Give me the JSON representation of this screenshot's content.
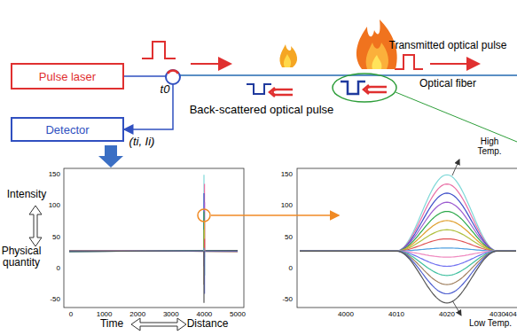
{
  "diagram": {
    "nodes": [
      {
        "text": [
          "Pulse laser"
        ]
      },
      {
        "text": [
          "Detector"
        ]
      }
    ],
    "edges": [
      {
        "from": 0,
        "to": 1,
        "arrow": "to"
      }
    ],
    "labels": [
      "t0",
      "Back-scattered optical pulse",
      "Transmitted optical pulse",
      "Optical fiber",
      "(ti, Ii)",
      "Intensity",
      "Physical quantity",
      "Time",
      "Distance",
      "150",
      "100",
      "50",
      "0",
      "-50",
      "0",
      "1000",
      "2000",
      "3000",
      "4000",
      "5000",
      "150",
      "100",
      "50",
      "0",
      "-50",
      "4000",
      "4010",
      "4020",
      "4030",
      "404",
      "High Temp.",
      "Low Temp."
    ]
  }
}
